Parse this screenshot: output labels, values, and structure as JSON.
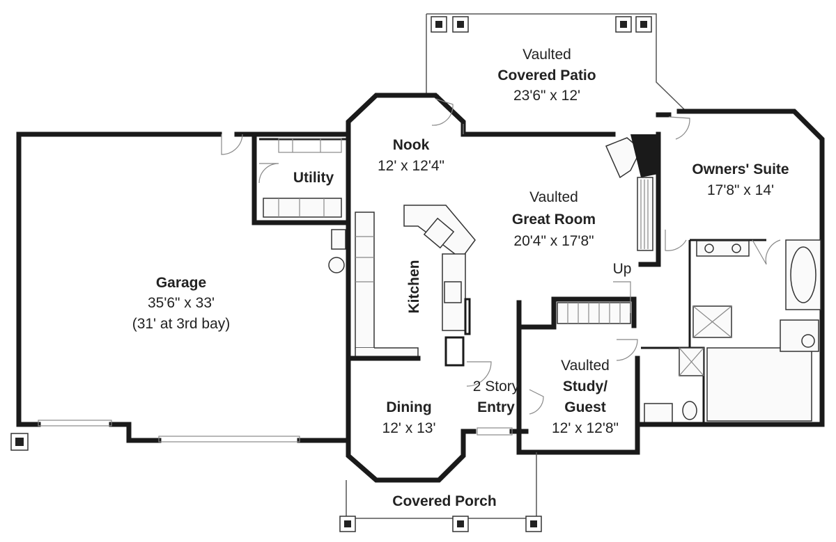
{
  "rooms": {
    "patio": {
      "line1": "Vaulted",
      "name": "Covered Patio",
      "size": "23'6\" x 12'"
    },
    "nook": {
      "name": "Nook",
      "size": "12' x 12'4\""
    },
    "utility": {
      "name": "Utility"
    },
    "owners_suite": {
      "name": "Owners' Suite",
      "size": "17'8\" x 14'"
    },
    "great_room": {
      "line1": "Vaulted",
      "name": "Great Room",
      "size": "20'4\" x 17'8\""
    },
    "garage": {
      "name": "Garage",
      "size": "35'6\" x 33'",
      "note": "(31' at 3rd bay)"
    },
    "kitchen": {
      "name": "Kitchen"
    },
    "stair": {
      "label": "Up"
    },
    "study": {
      "line1": "Vaulted",
      "name1": "Study/",
      "name2": "Guest",
      "size": "12' x 12'8\""
    },
    "entry": {
      "line1": "2 Story",
      "name": "Entry"
    },
    "dining": {
      "name": "Dining",
      "size": "12' x 13'"
    },
    "porch": {
      "name": "Covered Porch"
    }
  }
}
